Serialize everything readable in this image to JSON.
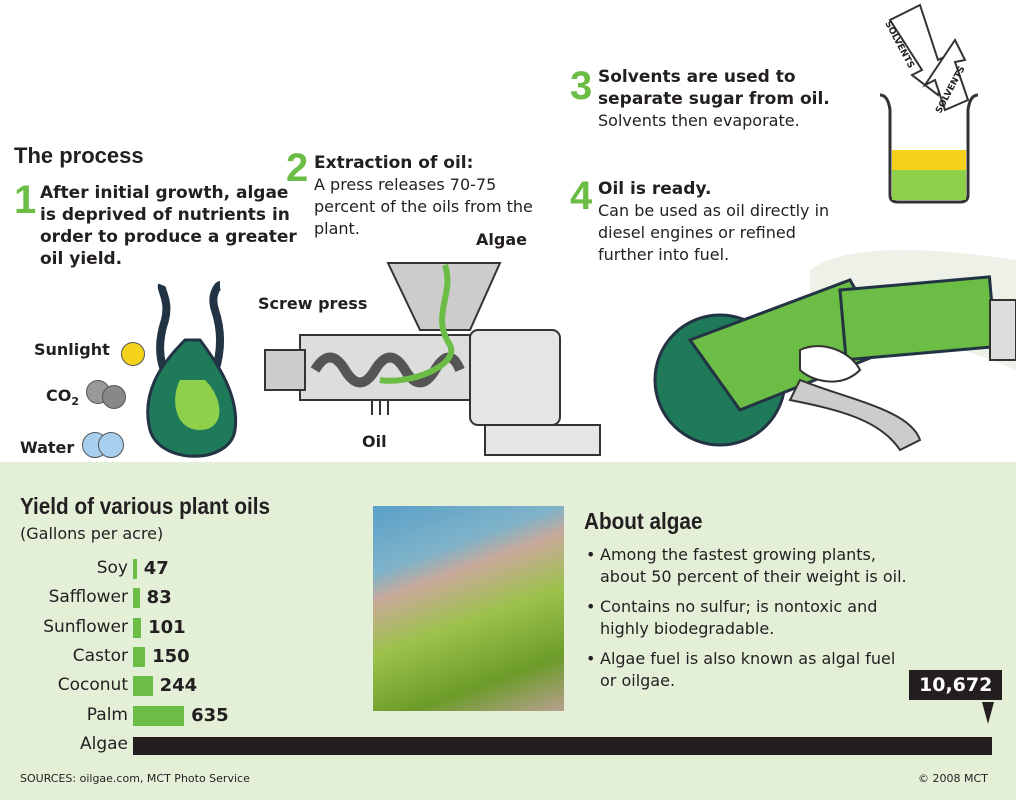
{
  "process": {
    "title": "The process",
    "steps": [
      {
        "n": "1",
        "bold": "After initial growth, algae is deprived of nutrients in order to produce a greater oil yield.",
        "text": ""
      },
      {
        "n": "2",
        "bold": "Extraction of oil:",
        "text": "A press releases 70-75 percent of the oils from the plant."
      },
      {
        "n": "3",
        "bold": "Solvents are used to separate sugar from oil.",
        "text": "Solvents then evaporate."
      },
      {
        "n": "4",
        "bold": "Oil is ready.",
        "text": "Can be used as oil directly in diesel engines or refined further into fuel."
      }
    ],
    "labels": {
      "sunlight": "Sunlight",
      "co2": "CO",
      "co2_sub": "2",
      "water": "Water",
      "screw_press": "Screw press",
      "algae": "Algae",
      "oil": "Oil",
      "solvents_in": "SOLVENTS",
      "solvents_out": "SOLVENTS"
    }
  },
  "colors": {
    "green": "#6cbd45",
    "band": "#e4efd8",
    "dark": "#231f20"
  },
  "chart_data": {
    "type": "bar",
    "title": "Yield of various plant oils",
    "subtitle": "(Gallons per acre)",
    "categories": [
      "Soy",
      "Safflower",
      "Sunflower",
      "Castor",
      "Coconut",
      "Palm",
      "Algae"
    ],
    "values": [
      47,
      83,
      101,
      150,
      244,
      635,
      10672
    ],
    "labels": [
      "47",
      "83",
      "101",
      "150",
      "244",
      "635",
      "10,672"
    ]
  },
  "about": {
    "title": "About algae",
    "bullets": [
      "Among the fastest growing plants, about 50 percent of their weight is oil.",
      "Contains no sulfur; is nontoxic and highly biodegradable.",
      "Algae fuel is also known as algal fuel or oilgae."
    ]
  },
  "footer": {
    "sources": "SOURCES: oilgae.com, MCT Photo Service",
    "copyright": "© 2008 MCT"
  }
}
